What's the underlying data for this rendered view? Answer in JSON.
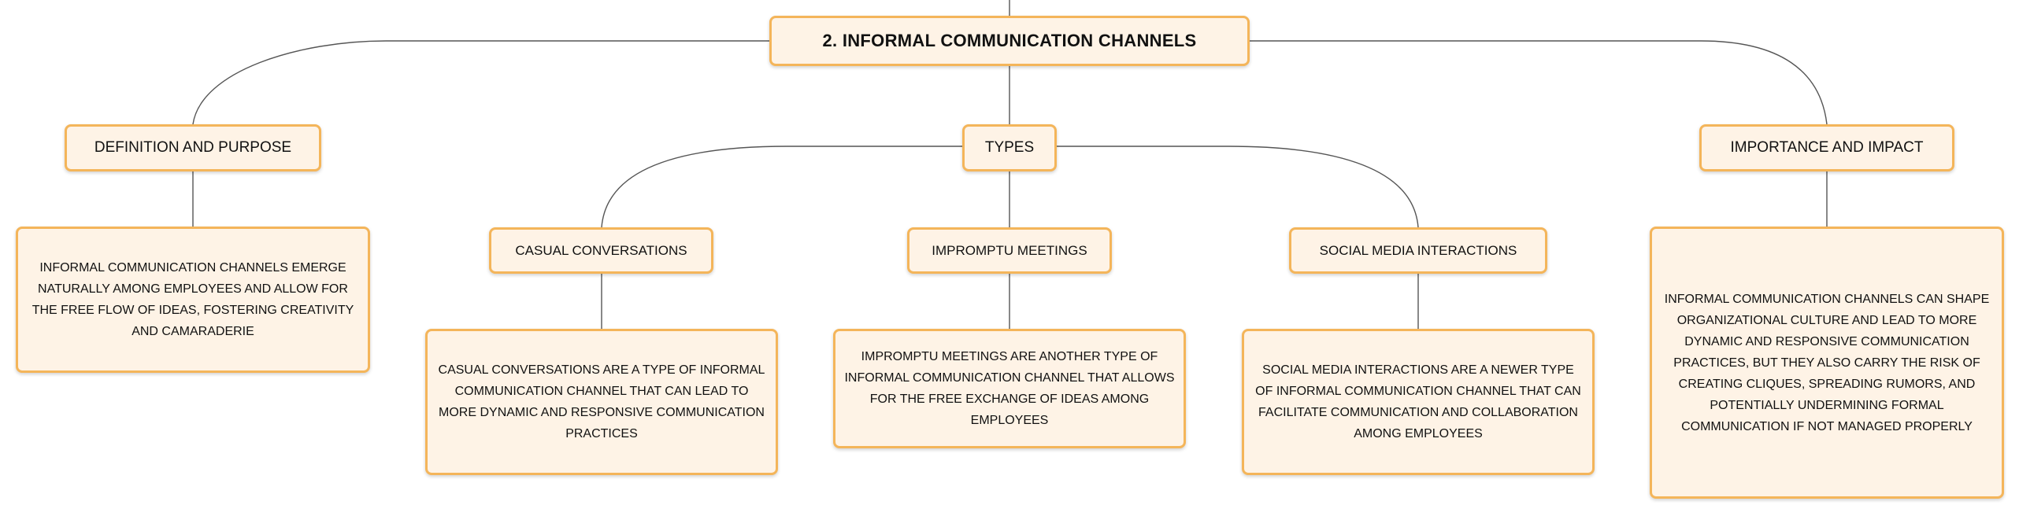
{
  "colors": {
    "node_fill": "#fef3e6",
    "node_border": "#f4b55a",
    "connector": "#555555"
  },
  "root": {
    "title": "2. INFORMAL COMMUNICATION CHANNELS"
  },
  "branches": {
    "definition": {
      "title": "DEFINITION AND PURPOSE",
      "text": "INFORMAL COMMUNICATION CHANNELS EMERGE NATURALLY AMONG EMPLOYEES AND ALLOW FOR THE FREE FLOW OF IDEAS, FOSTERING CREATIVITY AND CAMARADERIE"
    },
    "types": {
      "title": "TYPES",
      "items": [
        {
          "title": "CASUAL CONVERSATIONS",
          "text": "CASUAL CONVERSATIONS ARE A TYPE OF INFORMAL COMMUNICATION CHANNEL THAT CAN LEAD TO MORE DYNAMIC AND RESPONSIVE COMMUNICATION PRACTICES"
        },
        {
          "title": "IMPROMPTU MEETINGS",
          "text": "IMPROMPTU MEETINGS ARE ANOTHER TYPE OF INFORMAL COMMUNICATION CHANNEL THAT ALLOWS FOR THE FREE EXCHANGE OF IDEAS AMONG EMPLOYEES"
        },
        {
          "title": "SOCIAL MEDIA INTERACTIONS",
          "text": "SOCIAL MEDIA INTERACTIONS ARE A NEWER TYPE OF INFORMAL COMMUNICATION CHANNEL THAT CAN FACILITATE COMMUNICATION AND COLLABORATION AMONG EMPLOYEES"
        }
      ]
    },
    "importance": {
      "title": "IMPORTANCE AND IMPACT",
      "text": "INFORMAL COMMUNICATION CHANNELS CAN SHAPE ORGANIZATIONAL CULTURE AND LEAD TO MORE DYNAMIC AND RESPONSIVE COMMUNICATION PRACTICES, BUT THEY ALSO CARRY THE RISK OF CREATING CLIQUES, SPREADING RUMORS, AND POTENTIALLY UNDERMINING FORMAL COMMUNICATION IF NOT MANAGED PROPERLY"
    }
  }
}
